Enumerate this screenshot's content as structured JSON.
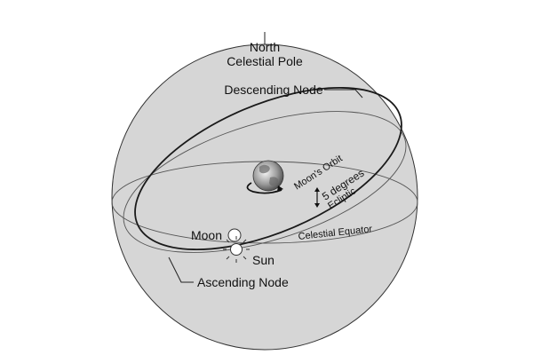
{
  "labels": {
    "north_line1": "North",
    "north_line2": "Celestial Pole",
    "descending_node": "Descending Node",
    "moons_orbit": "Moon's Orbit",
    "five_degrees": "5 degrees",
    "ecliptic": "Ecliptic",
    "celestial_equator": "Celestial Equator",
    "moon": "Moon",
    "sun": "Sun",
    "ascending_node": "Ascending Node"
  },
  "colors": {
    "sphere_fill": "#d6d6d6",
    "sphere_stroke": "#333333",
    "line": "#1a1a1a"
  },
  "icons": [
    "earth-icon",
    "moon-icon",
    "sun-icon",
    "rotation-arrow-icon",
    "double-arrow-icon"
  ]
}
